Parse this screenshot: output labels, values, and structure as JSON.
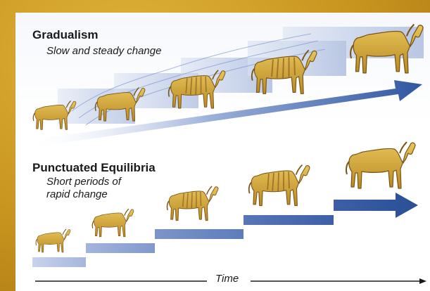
{
  "gradualism": {
    "title": "Gradualism",
    "subtitle": "Slow and steady change"
  },
  "punctuated": {
    "title": "Punctuated Equilibria",
    "subtitle_line1": "Short periods of",
    "subtitle_line2": "rapid change"
  },
  "axis": {
    "label": "Time"
  },
  "colors": {
    "arrow_blue": "#3d64a8",
    "step_blue": "#7f97c9",
    "horse_gold": "#c9a134",
    "horse_stripe": "#8a5a22",
    "frame_gold": "#c99a1e"
  }
}
